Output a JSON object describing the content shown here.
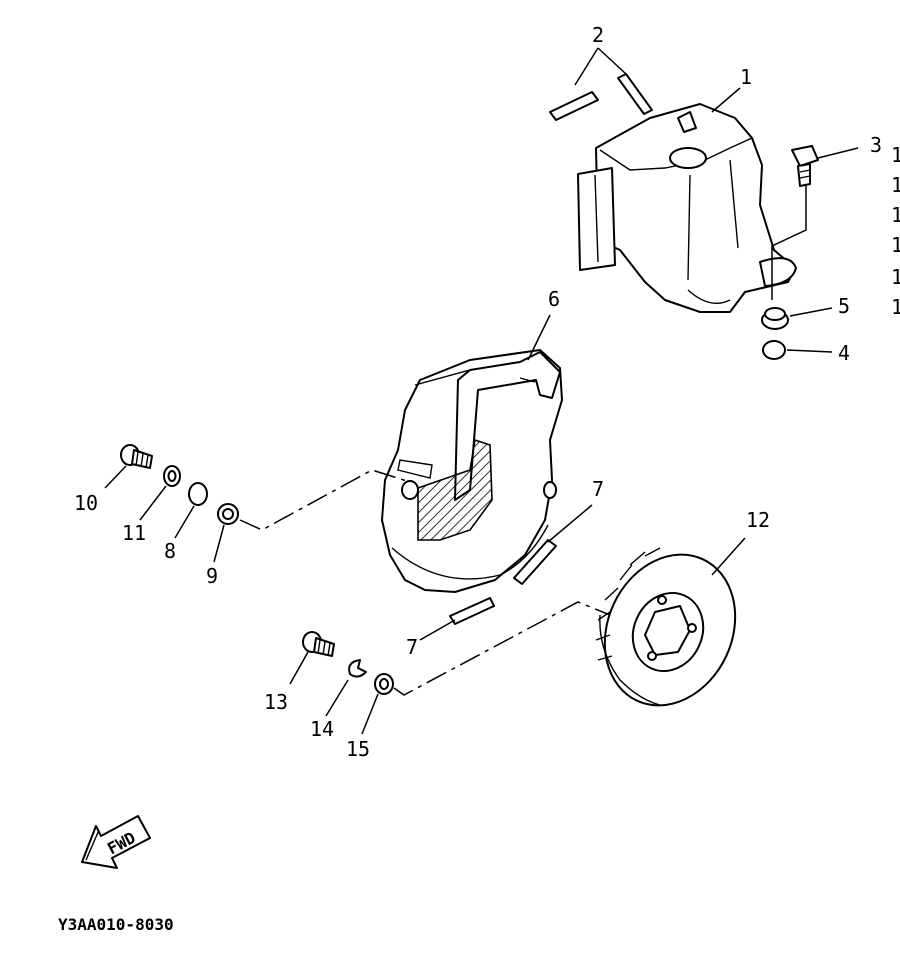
{
  "diagram": {
    "callouts": {
      "c1": "1",
      "c2": "2",
      "c3": "3",
      "c4": "4",
      "c5": "5",
      "c6": "6",
      "c7a": "7",
      "c7b": "7",
      "c8": "8",
      "c9": "9",
      "c10": "10",
      "c11": "11",
      "c12": "12",
      "c13": "13",
      "c14": "14",
      "c15": "15"
    },
    "edge_fragments": [
      "1",
      "1",
      "1",
      "1",
      "1",
      "1"
    ],
    "direction_arrow": "FWD",
    "drawing_code": "Y3AA010-8030"
  }
}
